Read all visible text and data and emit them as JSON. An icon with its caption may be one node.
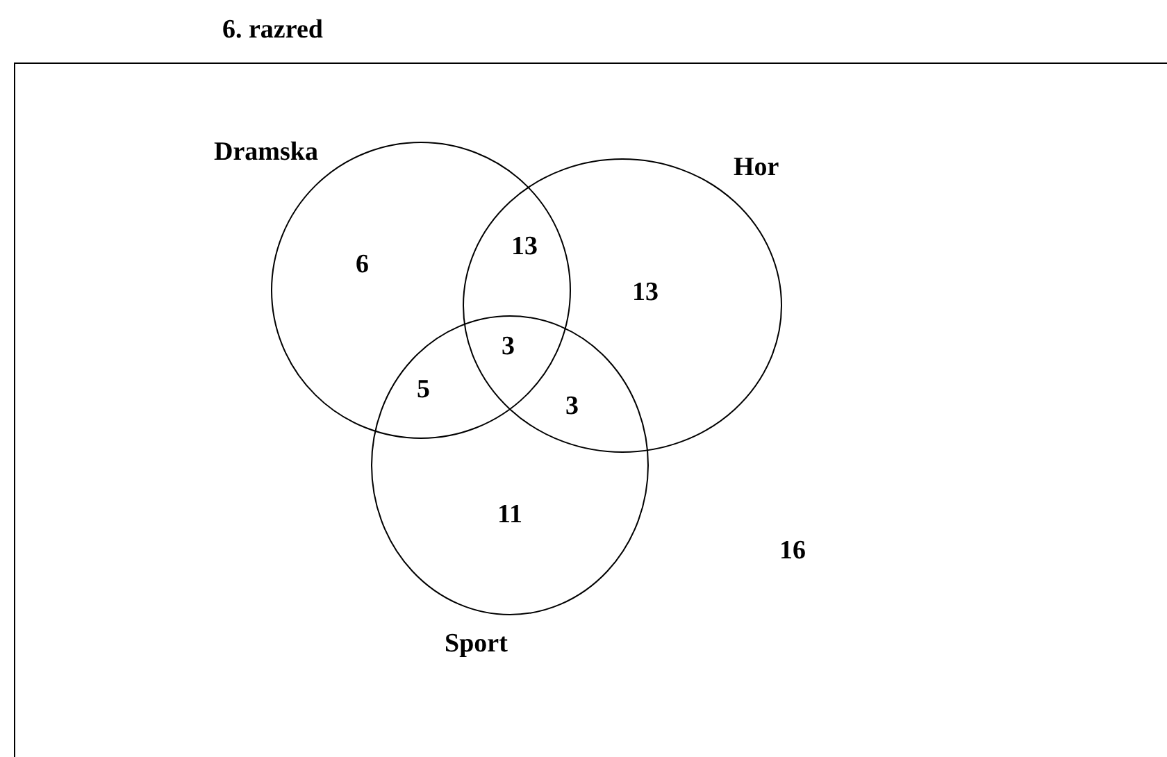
{
  "diagram": {
    "title": "6. razred",
    "nodes": [
      {
        "text": [
          "16"
        ]
      },
      {
        "text": [
          "Dramska"
        ],
        "in": 0
      },
      {
        "text": [
          "Hor"
        ],
        "in": 0
      },
      {
        "text": [
          "Sport"
        ],
        "in": 0
      }
    ],
    "labels": [
      "6",
      "13",
      "13",
      "3",
      "5",
      "3",
      "11"
    ]
  }
}
